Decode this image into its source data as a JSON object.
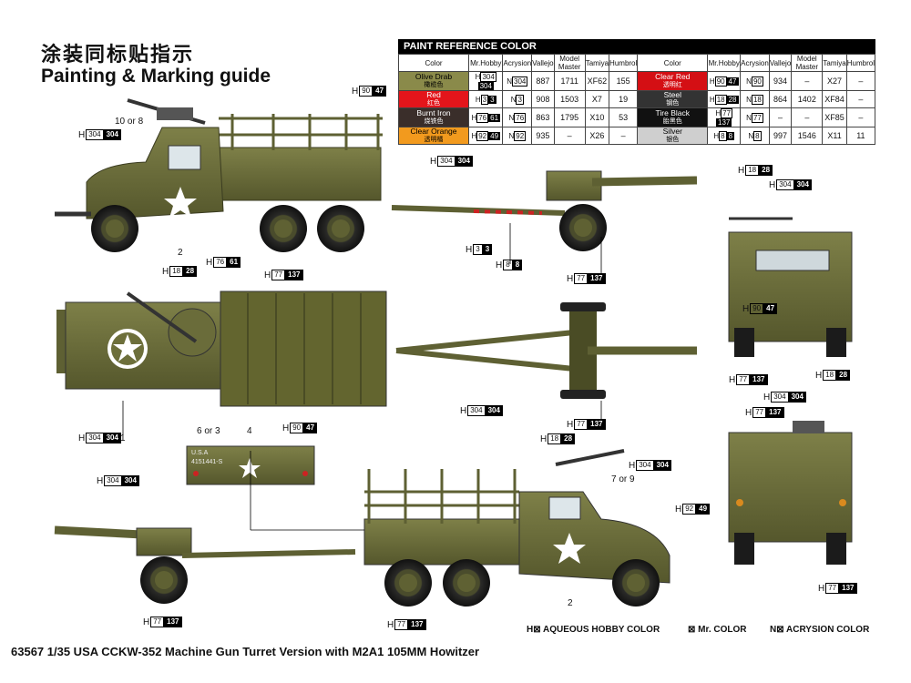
{
  "title_cn": "涂装同标贴指示",
  "title_en": "Painting & Marking guide",
  "paint_table": {
    "header": "PAINT REFERENCE COLOR",
    "columns": [
      "Color",
      "Mr.Hobby",
      "Acrysion",
      "Vallejo",
      "Model Master",
      "Tamiya",
      "Humbrol"
    ],
    "left": [
      {
        "name": "Olive Drab",
        "cn": "橄榄色",
        "swatch": "#8a8a4a",
        "text": "#000000",
        "h": "H",
        "h1": "304",
        "h2": "304",
        "n": "304",
        "vallejo": "887",
        "mm": "1711",
        "tamiya": "XF62",
        "humbrol": "155"
      },
      {
        "name": "Red",
        "cn": "红色",
        "swatch": "#e3151b",
        "text": "#ffffff",
        "h": "H",
        "h1": "3",
        "h2": "3",
        "n": "3",
        "vallejo": "908",
        "mm": "1503",
        "tamiya": "X7",
        "humbrol": "19"
      },
      {
        "name": "Burnt Iron",
        "cn": "烧铁色",
        "swatch": "#3a2e2a",
        "text": "#ffffff",
        "h": "H",
        "h1": "76",
        "h2": "61",
        "n": "76",
        "vallejo": "863",
        "mm": "1795",
        "tamiya": "X10",
        "humbrol": "53"
      },
      {
        "name": "Clear Orange",
        "cn": "透明橘",
        "swatch": "#f29a1e",
        "text": "#000000",
        "h": "H",
        "h1": "92",
        "h2": "49",
        "n": "92",
        "vallejo": "935",
        "mm": "–",
        "tamiya": "X26",
        "humbrol": "–"
      }
    ],
    "right": [
      {
        "name": "Clear Red",
        "cn": "透明红",
        "swatch": "#d40f14",
        "text": "#ffffff",
        "h": "H",
        "h1": "90",
        "h2": "47",
        "n": "90",
        "vallejo": "934",
        "mm": "–",
        "tamiya": "X27",
        "humbrol": "–"
      },
      {
        "name": "Steel",
        "cn": "钢色",
        "swatch": "#333333",
        "text": "#ffffff",
        "h": "H",
        "h1": "18",
        "h2": "28",
        "n": "18",
        "vallejo": "864",
        "mm": "1402",
        "tamiya": "XF84",
        "humbrol": "–"
      },
      {
        "name": "Tire Black",
        "cn": "胎黑色",
        "swatch": "#111111",
        "text": "#ffffff",
        "h": "H",
        "h1": "77",
        "h2": "137",
        "n": "77",
        "vallejo": "–",
        "mm": "–",
        "tamiya": "XF85",
        "humbrol": "–"
      },
      {
        "name": "Silver",
        "cn": "银色",
        "swatch": "#cfcfcf",
        "text": "#000000",
        "h": "H",
        "h1": "8",
        "h2": "8",
        "n": "8",
        "vallejo": "997",
        "mm": "1546",
        "tamiya": "X11",
        "humbrol": "11"
      }
    ]
  },
  "callouts": [
    {
      "id": "c1",
      "h1": "304",
      "h2": "304"
    },
    {
      "id": "c2",
      "h1": "90",
      "h2": "47"
    },
    {
      "id": "c3",
      "h1": "304",
      "h2": "304"
    },
    {
      "id": "c4",
      "h1": "18",
      "h2": "28"
    },
    {
      "id": "c5",
      "h1": "304",
      "h2": "304"
    },
    {
      "id": "c6",
      "h1": "76",
      "h2": "61"
    },
    {
      "id": "c7",
      "h1": "77",
      "h2": "137"
    },
    {
      "id": "c8",
      "h1": "3",
      "h2": "3"
    },
    {
      "id": "c9",
      "h1": "8",
      "h2": "8"
    },
    {
      "id": "c10",
      "h1": "77",
      "h2": "137"
    },
    {
      "id": "c11",
      "h1": "18",
      "h2": "28"
    },
    {
      "id": "c12",
      "h1": "90",
      "h2": "47"
    },
    {
      "id": "c13",
      "h1": "77",
      "h2": "137"
    },
    {
      "id": "c14",
      "h1": "18",
      "h2": "28"
    },
    {
      "id": "c15",
      "h1": "304",
      "h2": "304"
    },
    {
      "id": "c16",
      "h1": "304",
      "h2": "304"
    },
    {
      "id": "c17",
      "h1": "304",
      "h2": "304"
    },
    {
      "id": "c18",
      "h1": "77",
      "h2": "137"
    },
    {
      "id": "c19",
      "h1": "90",
      "h2": "47"
    },
    {
      "id": "c20",
      "h1": "18",
      "h2": "28"
    },
    {
      "id": "c21",
      "h1": "304",
      "h2": "304"
    },
    {
      "id": "c22",
      "h1": "304",
      "h2": "304"
    },
    {
      "id": "c23",
      "h1": "77",
      "h2": "137"
    },
    {
      "id": "c24",
      "h1": "77",
      "h2": "137"
    },
    {
      "id": "c25",
      "h1": "77",
      "h2": "137"
    },
    {
      "id": "c26",
      "h1": "92",
      "h2": "49"
    },
    {
      "id": "c27",
      "h1": "77",
      "h2": "137"
    }
  ],
  "labels": {
    "ten_or_8": "10 or 8",
    "two_a": "2",
    "one": "1",
    "six_or_3": "6 or 3",
    "four": "4",
    "seven_or_9": "7 or 9",
    "two_b": "2",
    "decal_number": "4151441-S",
    "decal_usa": "U.S.A"
  },
  "legend": {
    "aqueous": "H⊠ AQUEOUS HOBBY COLOR",
    "mr": "⊠ Mr. COLOR",
    "acrysion": "N⊠ ACRYSION COLOR"
  },
  "footer": "63567 1/35 USA CCKW-352 Machine Gun Turret Version with M2A1 105MM Howitzer"
}
